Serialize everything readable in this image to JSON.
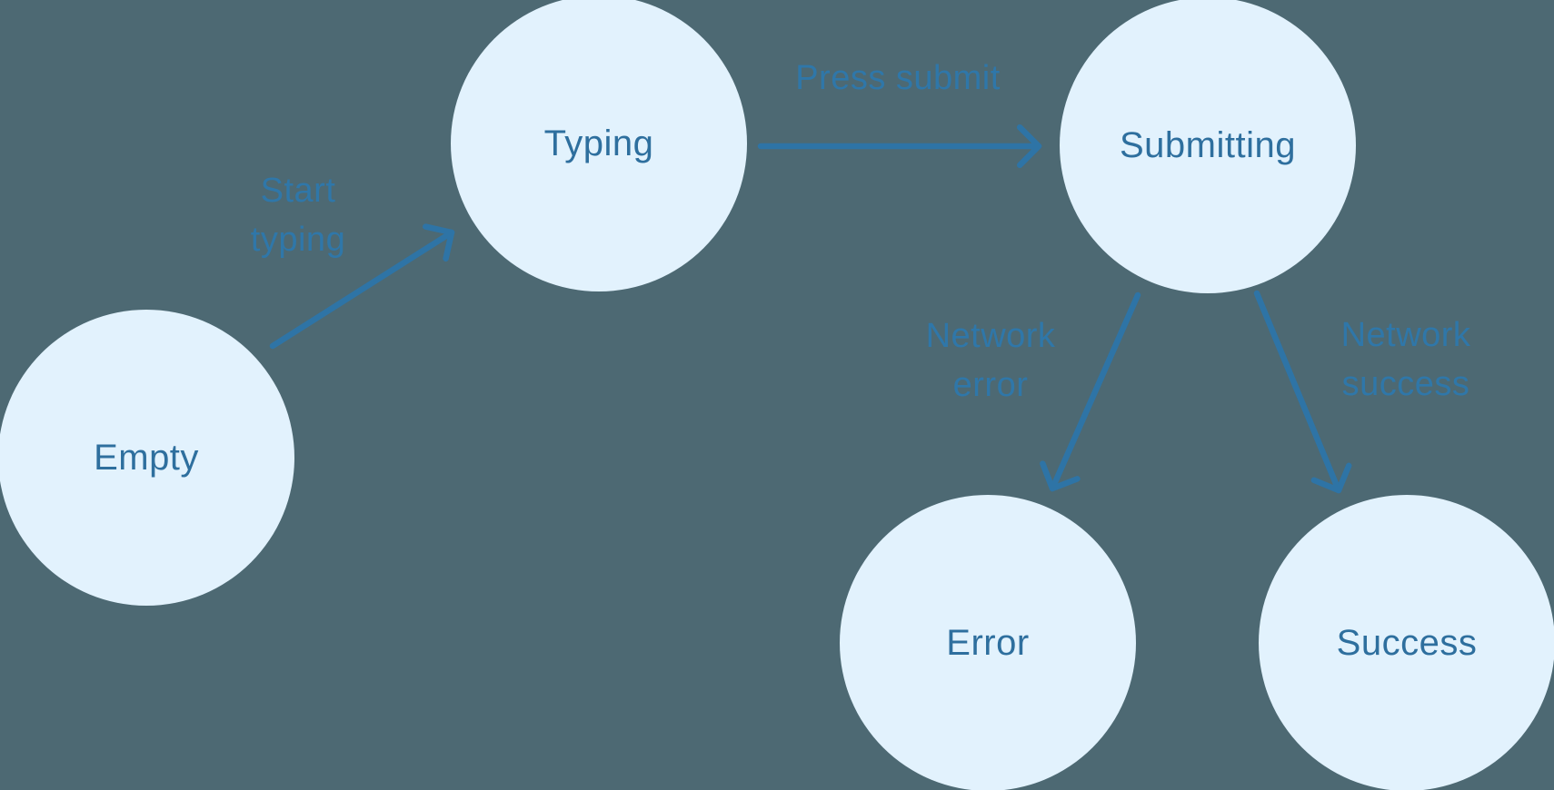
{
  "diagram": {
    "type": "state-machine",
    "nodes": [
      {
        "id": "empty",
        "label": "Empty"
      },
      {
        "id": "typing",
        "label": "Typing"
      },
      {
        "id": "submitting",
        "label": "Submitting"
      },
      {
        "id": "error",
        "label": "Error"
      },
      {
        "id": "success",
        "label": "Success"
      }
    ],
    "edges": [
      {
        "id": "start-typing",
        "from": "empty",
        "to": "typing",
        "label": "Start typing"
      },
      {
        "id": "press-submit",
        "from": "typing",
        "to": "submitting",
        "label": "Press submit"
      },
      {
        "id": "network-error",
        "from": "submitting",
        "to": "error",
        "label": "Network error"
      },
      {
        "id": "network-success",
        "from": "submitting",
        "to": "success",
        "label": "Network success"
      }
    ],
    "colors": {
      "background": "#4d6973",
      "node_fill": "#e2f2fd",
      "node_text": "#2e6f9e",
      "arrow": "#2e74a6",
      "edge_label_text": "#2f77a9"
    }
  }
}
